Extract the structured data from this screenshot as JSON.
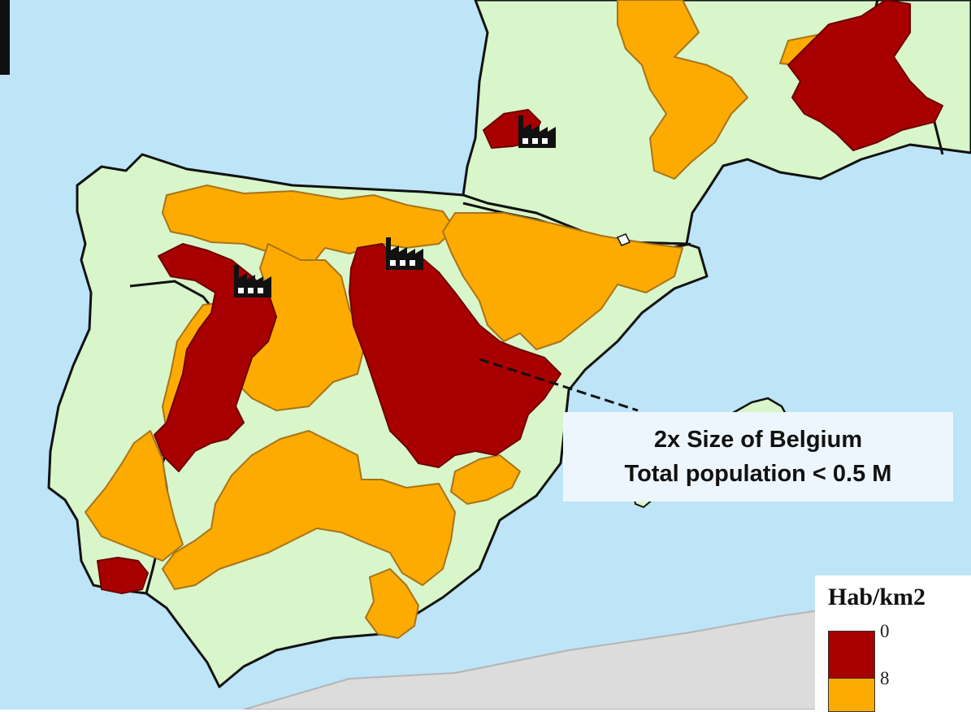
{
  "annotation": {
    "line1": "2x Size of Belgium",
    "line2": "Total population < 0.5 M"
  },
  "legend": {
    "title": "Hab/km2",
    "ticks": [
      "0",
      "8"
    ],
    "classes": [
      {
        "range": "0–8",
        "color": "#a80000"
      },
      {
        "range": "8+",
        "color": "#fdab00"
      }
    ]
  },
  "colors": {
    "sea": "#bde4f7",
    "land": "#d8f6c9",
    "outside_land": "#dcdcdc",
    "very_low_density": "#a80000",
    "low_density": "#fdab00",
    "border": "#111111"
  },
  "icons": [
    "factory-icon",
    "factory-icon",
    "factory-icon"
  ]
}
